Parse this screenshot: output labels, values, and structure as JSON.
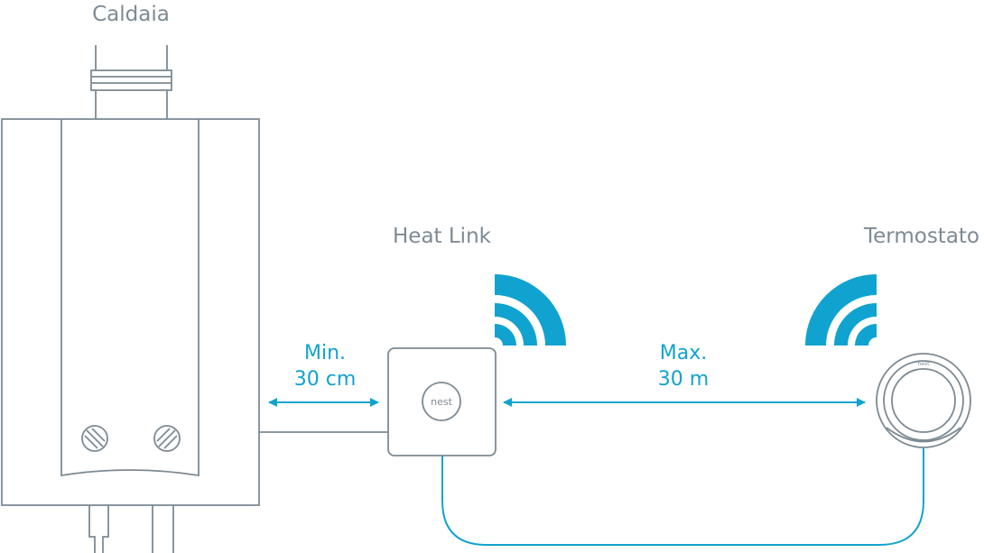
{
  "labels": {
    "boiler": "Caldaia",
    "heat_link": "Heat Link",
    "thermostat": "Termostato"
  },
  "measurements": {
    "min_line1": "Min.",
    "min_line2": "30 cm",
    "max_line1": "Max.",
    "max_line2": "30 m"
  },
  "logos": {
    "heat_link_logo": "nest",
    "thermostat_logo": "nest"
  },
  "colors": {
    "accent_blue": "#11a3cf",
    "line_gray": "#7d8a93"
  }
}
